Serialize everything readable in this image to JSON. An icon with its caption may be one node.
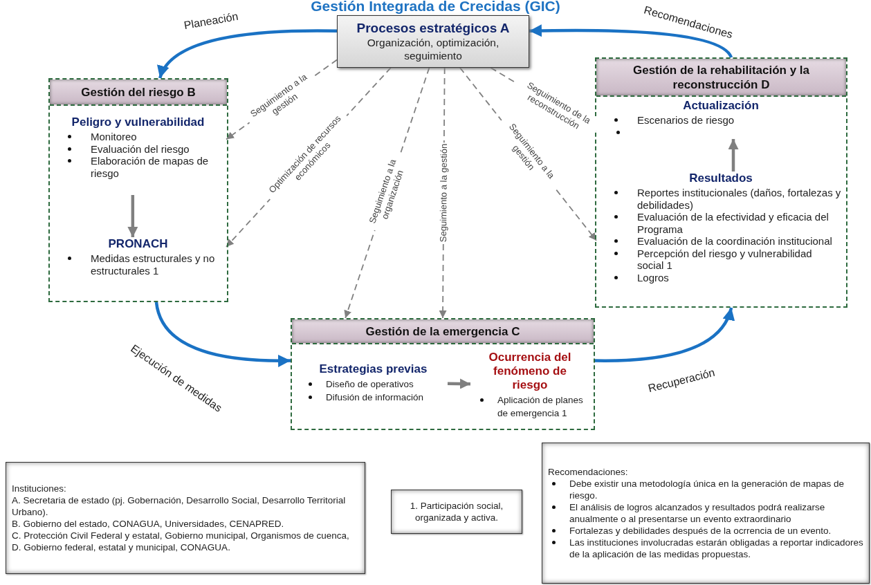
{
  "diagram": {
    "title": "Gestión Integrada de Crecidas (GIC)",
    "nodes": [
      {
        "text": [
          "Procesos estratégicos A",
          "Organización, optimización, seguimiento"
        ]
      },
      {
        "text": [
          "Gestión del riesgo B"
        ]
      },
      {
        "text": [
          "Peligro y vulnerabilidad",
          "Monitoreo",
          "Evaluación del riesgo",
          "Elaboración de mapas de riesgo"
        ],
        "in": 1
      },
      {
        "text": [
          "PRONACH",
          "Medidas estructurales y no estructurales 1"
        ],
        "in": 1
      },
      {
        "text": [
          "Gestión de la emergencia C"
        ]
      },
      {
        "text": [
          "Estrategias previas",
          "Diseño de operativos",
          "Difusión de información"
        ],
        "in": 4
      },
      {
        "text": [
          "Ocurrencia del fenómeno de riesgo",
          "Aplicación de planes de emergencia 1"
        ],
        "in": 4
      },
      {
        "text": [
          "Gestión de la rehabilitación y la reconstrucción D"
        ]
      },
      {
        "text": [
          "Actualización",
          "Escenarios de riesgo"
        ],
        "in": 7
      },
      {
        "text": [
          "Resultados",
          "Reportes institucionales (daños, fortalezas y debilidades)",
          "Evaluación de la efectividad y eficacia del Programa",
          "Evaluación de la coordinación institucional",
          "Percepción del riesgo y vulnerabilidad social 1",
          "Logros"
        ],
        "in": 7
      },
      {
        "text": [
          "Instituciones:",
          "A. Secretaria de estado (pj. Gobernación, Desarrollo Social, Desarrollo Territorial Urbano).",
          "B. Gobierno del estado, CONAGUA, Universidades, CENAPRED.",
          "C. Protección Civil Federal y estatal, Gobierno municipal, Organismos de cuenca,",
          "D. Gobierno federal, estatal y municipal, CONAGUA."
        ]
      },
      {
        "text": [
          "1. Participación social, organizada y activa."
        ]
      },
      {
        "text": [
          "Recomendaciones:",
          "Debe existir una metodología única en la generación de mapas de riesgo.",
          "El análisis de logros alcanzados y resultados podrá realizarse anualmente o al presentarse un evento extraordinario",
          "Fortalezas y debilidades después de la ocrrencia de un evento.",
          "Las instituciones involucradas estarán obligadas a reportar indicadores de la aplicación de las medidas propuestas."
        ]
      }
    ],
    "edges": [
      {
        "from": 0,
        "to": 1,
        "arrow": "to",
        "label": "Planeación",
        "color": "#1a72c4"
      },
      {
        "from": 7,
        "to": 0,
        "arrow": "to",
        "label": "Recomendaciones",
        "color": "#1a72c4"
      },
      {
        "from": 1,
        "to": 4,
        "arrow": "to",
        "label": "Ejecución de medidas",
        "color": "#1a72c4"
      },
      {
        "from": 4,
        "to": 7,
        "arrow": "to",
        "label": "Recuperación",
        "color": "#1a72c4"
      },
      {
        "from": 0,
        "to": 2,
        "arrow": "to",
        "label": "Seguimiento a la gestión",
        "style": "dashed"
      },
      {
        "from": 0,
        "to": 3,
        "arrow": "to",
        "label": "Optimización de recursos económicos",
        "style": "dashed"
      },
      {
        "from": 0,
        "to": 4,
        "arrow": "to",
        "label": "Seguimiento a la organización",
        "style": "dashed"
      },
      {
        "from": 0,
        "to": 4,
        "arrow": "to",
        "label": "Seguimiento a la gestión",
        "style": "dashed"
      },
      {
        "from": 0,
        "to": 8,
        "arrow": "to",
        "label": "Seguimiento de la reconstrucción",
        "style": "dashed"
      },
      {
        "from": 0,
        "to": 9,
        "arrow": "to",
        "label": "Seguimiento a la gestión",
        "style": "dashed"
      },
      {
        "from": 2,
        "to": 3,
        "arrow": "to"
      },
      {
        "from": 5,
        "to": 6,
        "arrow": "to"
      },
      {
        "from": 9,
        "to": 8,
        "arrow": "to"
      }
    ]
  }
}
